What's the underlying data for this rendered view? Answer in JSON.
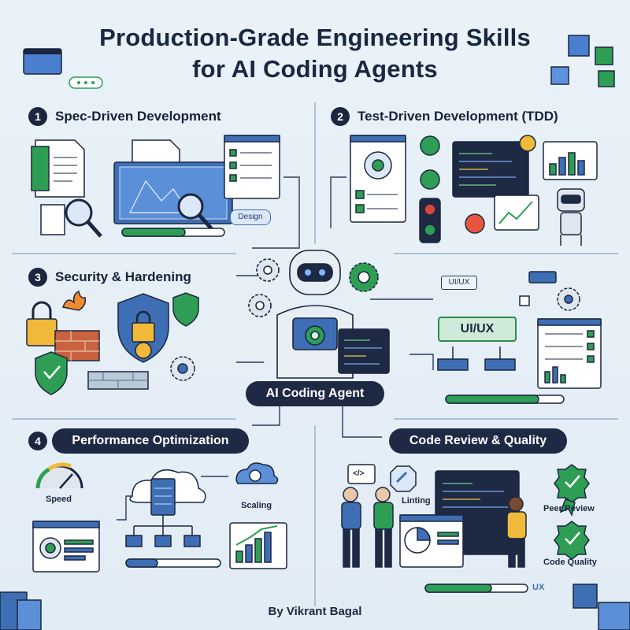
{
  "header": {
    "title_line1": "Production-Grade Engineering Skills",
    "title_line2": "for AI Coding Agents"
  },
  "sections": [
    {
      "number": "1",
      "title": "Spec-Driven Development"
    },
    {
      "number": "2",
      "title": "Test-Driven Development (TDD)"
    },
    {
      "number": "3",
      "title": "Security & Hardening"
    },
    {
      "number": "4",
      "title": "Performance Optimization"
    },
    {
      "number": "",
      "title": "Code Review & Quality"
    }
  ],
  "center": {
    "label": "AI Coding Agent"
  },
  "labels": {
    "design": "Design",
    "uiux_small": "UI/UX",
    "uiux_big": "UI/UX",
    "speed": "Speed",
    "scaling": "Scaling",
    "linting": "Linting",
    "peer_review": "Peer Review",
    "code_quality": "Code Quality",
    "ux": "UX",
    "code_tag": "</>"
  },
  "footer": {
    "author": "By Vikrant Bagal"
  },
  "colors": {
    "navy": "#1b2740",
    "blue": "#3e6fb5",
    "green": "#2f9e55",
    "background": "#e7f0f7"
  }
}
